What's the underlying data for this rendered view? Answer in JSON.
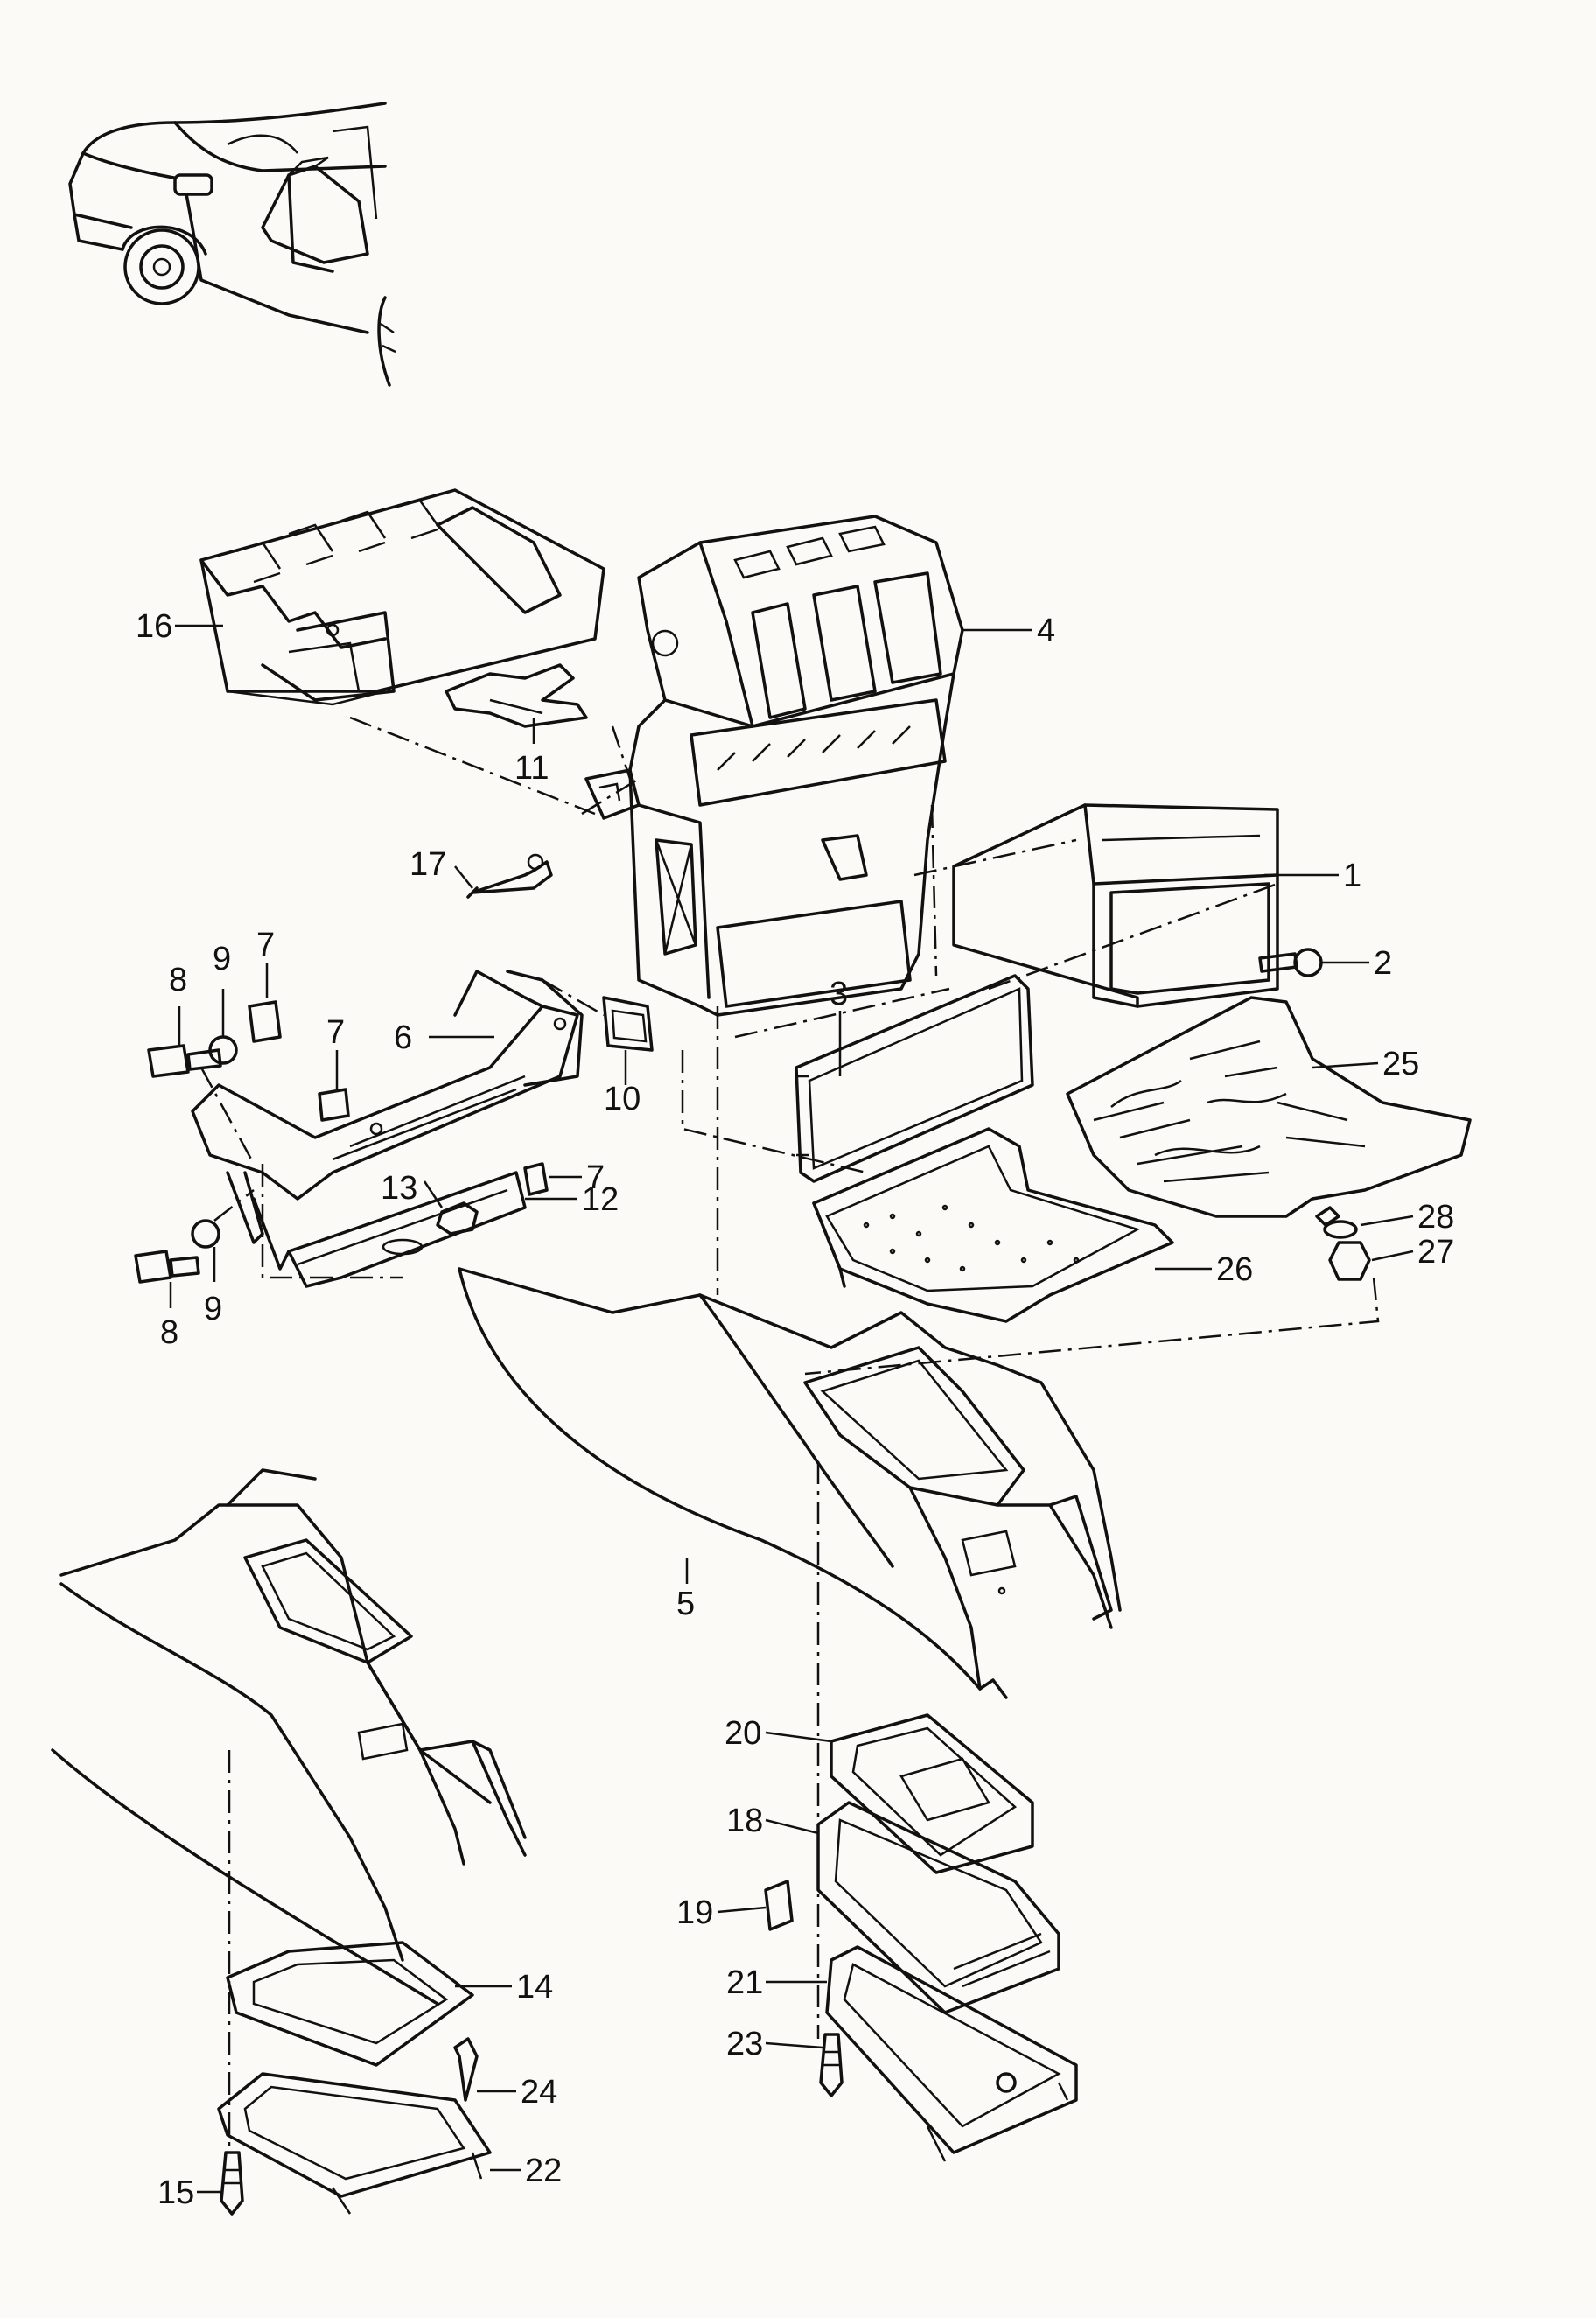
{
  "diagram": {
    "part_callouts": [
      {
        "id": "p1",
        "label": "1"
      },
      {
        "id": "p2",
        "label": "2"
      },
      {
        "id": "p3",
        "label": "3"
      },
      {
        "id": "p4",
        "label": "4"
      },
      {
        "id": "p5",
        "label": "5"
      },
      {
        "id": "p6",
        "label": "6"
      },
      {
        "id": "p7a",
        "label": "7"
      },
      {
        "id": "p7b",
        "label": "7"
      },
      {
        "id": "p7c",
        "label": "7"
      },
      {
        "id": "p8a",
        "label": "8"
      },
      {
        "id": "p8b",
        "label": "8"
      },
      {
        "id": "p9a",
        "label": "9"
      },
      {
        "id": "p9b",
        "label": "9"
      },
      {
        "id": "p10",
        "label": "10"
      },
      {
        "id": "p11",
        "label": "11"
      },
      {
        "id": "p12",
        "label": "12"
      },
      {
        "id": "p13",
        "label": "13"
      },
      {
        "id": "p14",
        "label": "14"
      },
      {
        "id": "p15",
        "label": "15"
      },
      {
        "id": "p16",
        "label": "16"
      },
      {
        "id": "p17",
        "label": "17"
      },
      {
        "id": "p18",
        "label": "18"
      },
      {
        "id": "p19",
        "label": "19"
      },
      {
        "id": "p20",
        "label": "20"
      },
      {
        "id": "p21",
        "label": "21"
      },
      {
        "id": "p22",
        "label": "22"
      },
      {
        "id": "p23",
        "label": "23"
      },
      {
        "id": "p24",
        "label": "24"
      },
      {
        "id": "p25",
        "label": "25"
      },
      {
        "id": "p26",
        "label": "26"
      },
      {
        "id": "p27",
        "label": "27"
      },
      {
        "id": "p28",
        "label": "28"
      }
    ]
  }
}
